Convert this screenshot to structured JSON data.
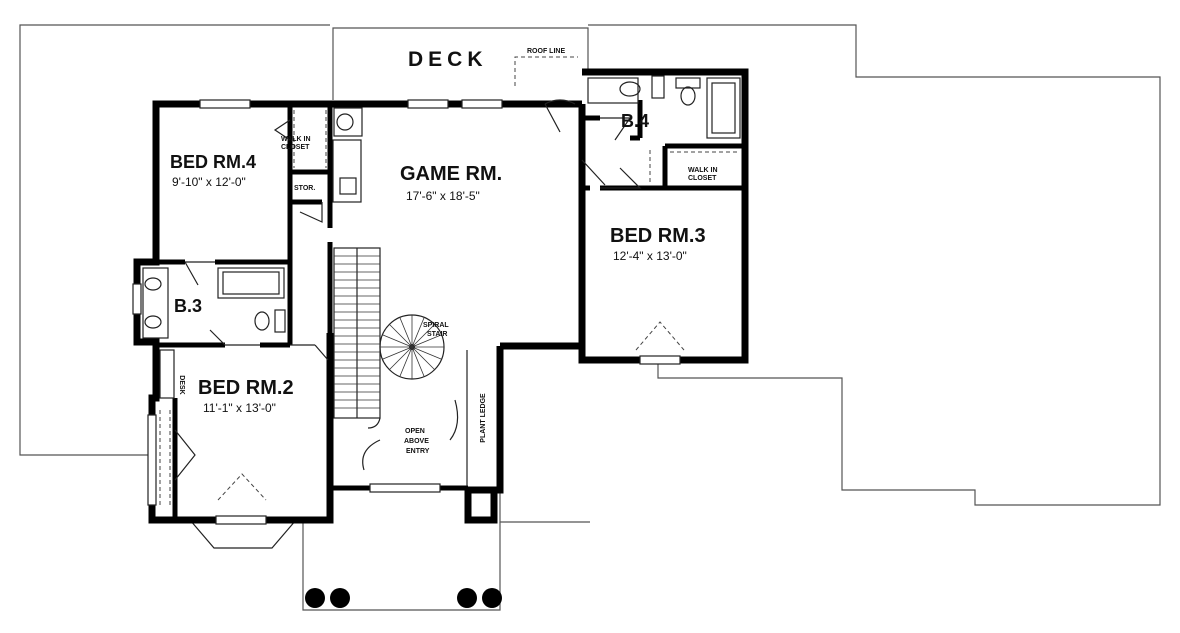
{
  "labels": {
    "deck": "DECK",
    "roof_line": "ROOF LINE",
    "game_rm": "GAME RM.",
    "game_rm_dim": "17'-6\" x 18'-5\"",
    "bed_rm4": "BED RM.4",
    "bed_rm4_dim": "9'-10\" x 12'-0\"",
    "walk_in_closet_1a": "WALK IN",
    "walk_in_closet_1b": "CLOSET",
    "stor": "STOR.",
    "b3": "B.3",
    "b4": "B.4",
    "bed_rm3": "BED RM.3",
    "bed_rm3_dim": "12'-4\" x 13'-0\"",
    "walk_in_closet_2a": "WALK IN",
    "walk_in_closet_2b": "CLOSET",
    "bed_rm2": "BED RM.2",
    "bed_rm2_dim": "11'-1\" x 13'-0\"",
    "spiral_stair_a": "SPIRAL",
    "spiral_stair_b": "STAIR",
    "open_above_entry_a": "OPEN",
    "open_above_entry_b": "ABOVE",
    "open_above_entry_c": "ENTRY",
    "plant_ledge": "PLANT LEDGE",
    "desk": "DESK"
  }
}
